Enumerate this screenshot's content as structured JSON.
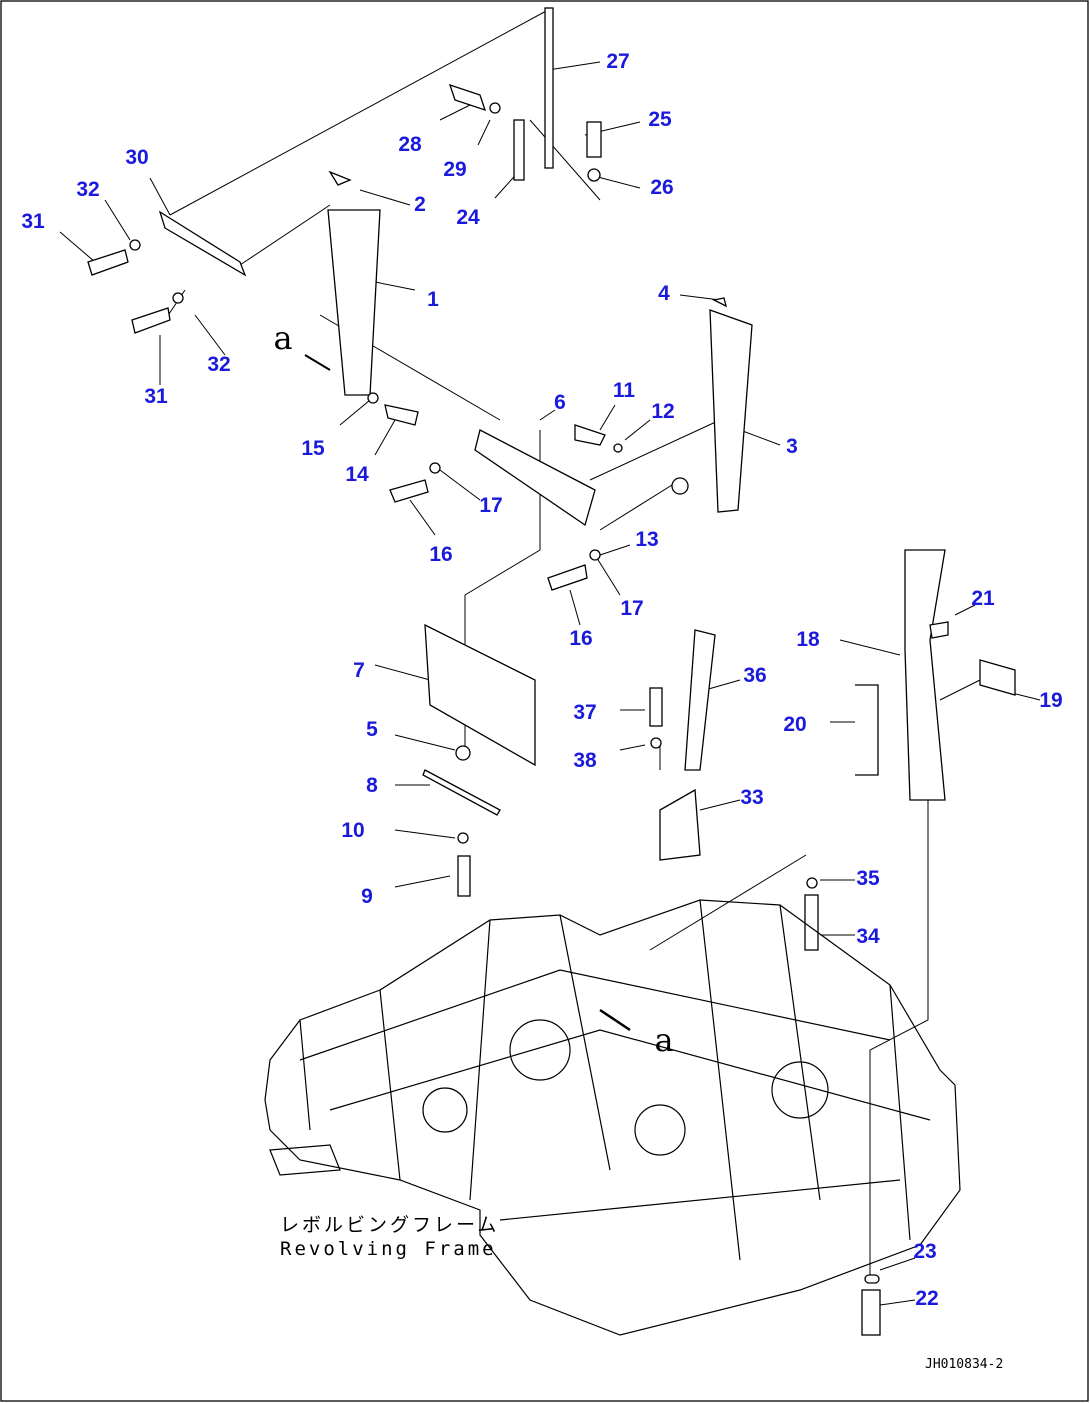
{
  "diagram": {
    "callouts": [
      "27",
      "28",
      "29",
      "25",
      "26",
      "24",
      "30",
      "32",
      "2",
      "31",
      "1",
      "4",
      "32",
      "31",
      "15",
      "14",
      "6",
      "11",
      "12",
      "3",
      "17",
      "16",
      "13",
      "17",
      "16",
      "21",
      "18",
      "19",
      "7",
      "36",
      "37",
      "20",
      "5",
      "38",
      "8",
      "33",
      "10",
      "35",
      "9",
      "34",
      "23",
      "22"
    ],
    "view_markers": [
      "a",
      "a"
    ],
    "frame_label_jp": "レボルビングフレーム",
    "frame_label_en": "Revolving Frame",
    "drawing_code": "JH010834-2",
    "colors": {
      "callout": "#1a1adc",
      "line": "#000000"
    }
  }
}
